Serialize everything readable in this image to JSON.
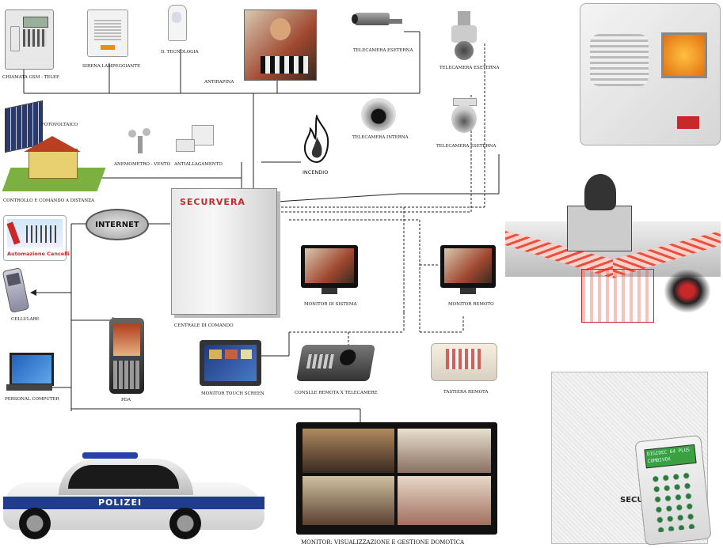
{
  "labels": {
    "gsm": "CHIAMATA GSM - TELEF.",
    "siren": "SIRENA LAMPEGGIANTE",
    "dtech": "D. TECNOLOGIA",
    "antirapina": "ANTIRAPINA",
    "cam_ext1": "TELECAMERA ESETERNA",
    "cam_ext2": "TELECAMERA ESETERNA",
    "cam_int": "TELECAMERA INTERNA",
    "cam_ext3": "TELECAMERA ESETERNA",
    "fotovoltaico": "FOTOVOLTAICO",
    "remote_control": "CONTROLLO E COMANDO A DISTANZA",
    "anemometro": "ANEMOMETRO - VENTO",
    "antiallagamento": "ANTIALLAGAMENTO",
    "incendio": "INCENDIO",
    "internet": "INTERNET",
    "cancelli": "Automazione Cancelli",
    "cellulare": "CELLULARE",
    "brand": "SECURVERA",
    "centrale": "CENTRALE DI COMANDO",
    "monitor_sistema": "MONITOR DI SISTEMA",
    "monitor_remoto": "MONITOR REMOTO",
    "pda": "PDA",
    "pc": "PERSONAL COMPUTER",
    "touch": "MONITOR TOUCH SCREEN",
    "console": "CONSLLE REMOTA X TELECAMERE",
    "tastiera": "TASTIERA REMOTA",
    "monitor_domotica": "MONITOR: VISUALIZZAZIONE E GESTIONE DOMOTICA",
    "polizei": "POLIZEI",
    "keypad_display": "DIGIDEC 64 PLUS",
    "keypad_display2": "COMBIVOX",
    "secur_logo": "SECUR"
  },
  "colors": {
    "brand_red": "#c8282a",
    "line": "#222222",
    "police_blue": "#1f3d8a",
    "siren_orange": "#f08a10"
  }
}
